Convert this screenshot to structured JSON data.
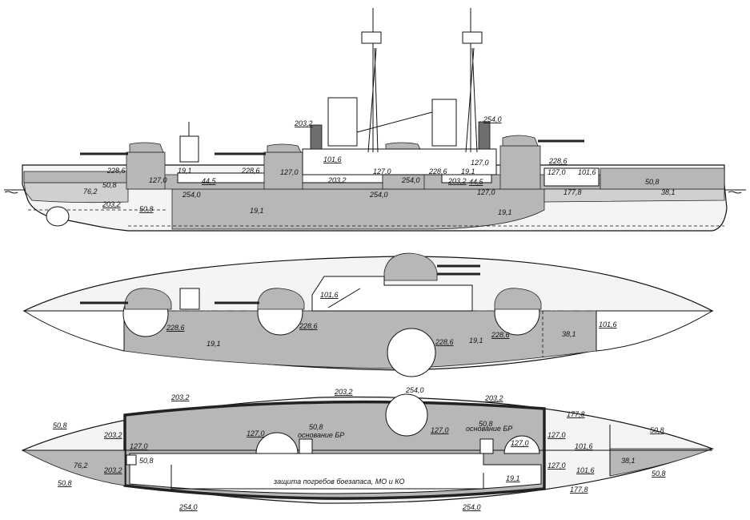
{
  "side_view": {
    "labels": {
      "s1": "228,6",
      "s2": "50,8",
      "s3": "76,2",
      "s4": "203,2",
      "s5": "127,0",
      "s6": "19,1",
      "s7": "228,6",
      "s8": "44,5",
      "s9": "254,0",
      "s10": "50,8",
      "s11": "203,2",
      "s12": "101,6",
      "s13": "127,0",
      "s14": "203,2",
      "s15": "127,0",
      "s16": "254,0",
      "s17": "228,6",
      "s18": "203,2",
      "s19": "44,5",
      "s20": "254,0",
      "s21": "19,1",
      "s22": "254,0",
      "s23": "127,0",
      "s24": "19,1",
      "s25": "19,1",
      "s26": "127,0",
      "s27": "228,6",
      "s28": "127,0",
      "s29": "101,6",
      "s30": "50,8",
      "s31": "177,8",
      "s32": "38,1"
    }
  },
  "top_view": {
    "labels": {
      "t1": "228,6",
      "t2": "228,6",
      "t3": "101,6",
      "t4": "19,1",
      "t5": "228,6",
      "t6": "19,1",
      "t7": "228,6",
      "t8": "38,1",
      "t9": "101,6"
    }
  },
  "deck_plan": {
    "labels": {
      "d1": "203,2",
      "d2": "203,2",
      "d3": "254,0",
      "d4": "203,2",
      "d5": "177,8",
      "d6": "50,8",
      "d7": "203,2",
      "d8": "127,0",
      "d9": "127,0",
      "d10": "50,8",
      "d11": "127,0",
      "d12": "50,8",
      "d13": "127,0",
      "d14": "127,0",
      "d15": "101,6",
      "d16": "50,8",
      "d17": "76,2",
      "d18": "203,2",
      "d19": "50,8",
      "d20": "127,0",
      "d21": "101,6",
      "d22": "38,1",
      "d23": "19,1",
      "d24": "50,8",
      "d25": "50,8",
      "d26": "177,8",
      "d27": "254,0",
      "d28": "254,0"
    },
    "base_label_1": "основание БР",
    "base_label_2": "основание БР",
    "magazine_note": "защита погребов боезапаса, МО и КО"
  }
}
